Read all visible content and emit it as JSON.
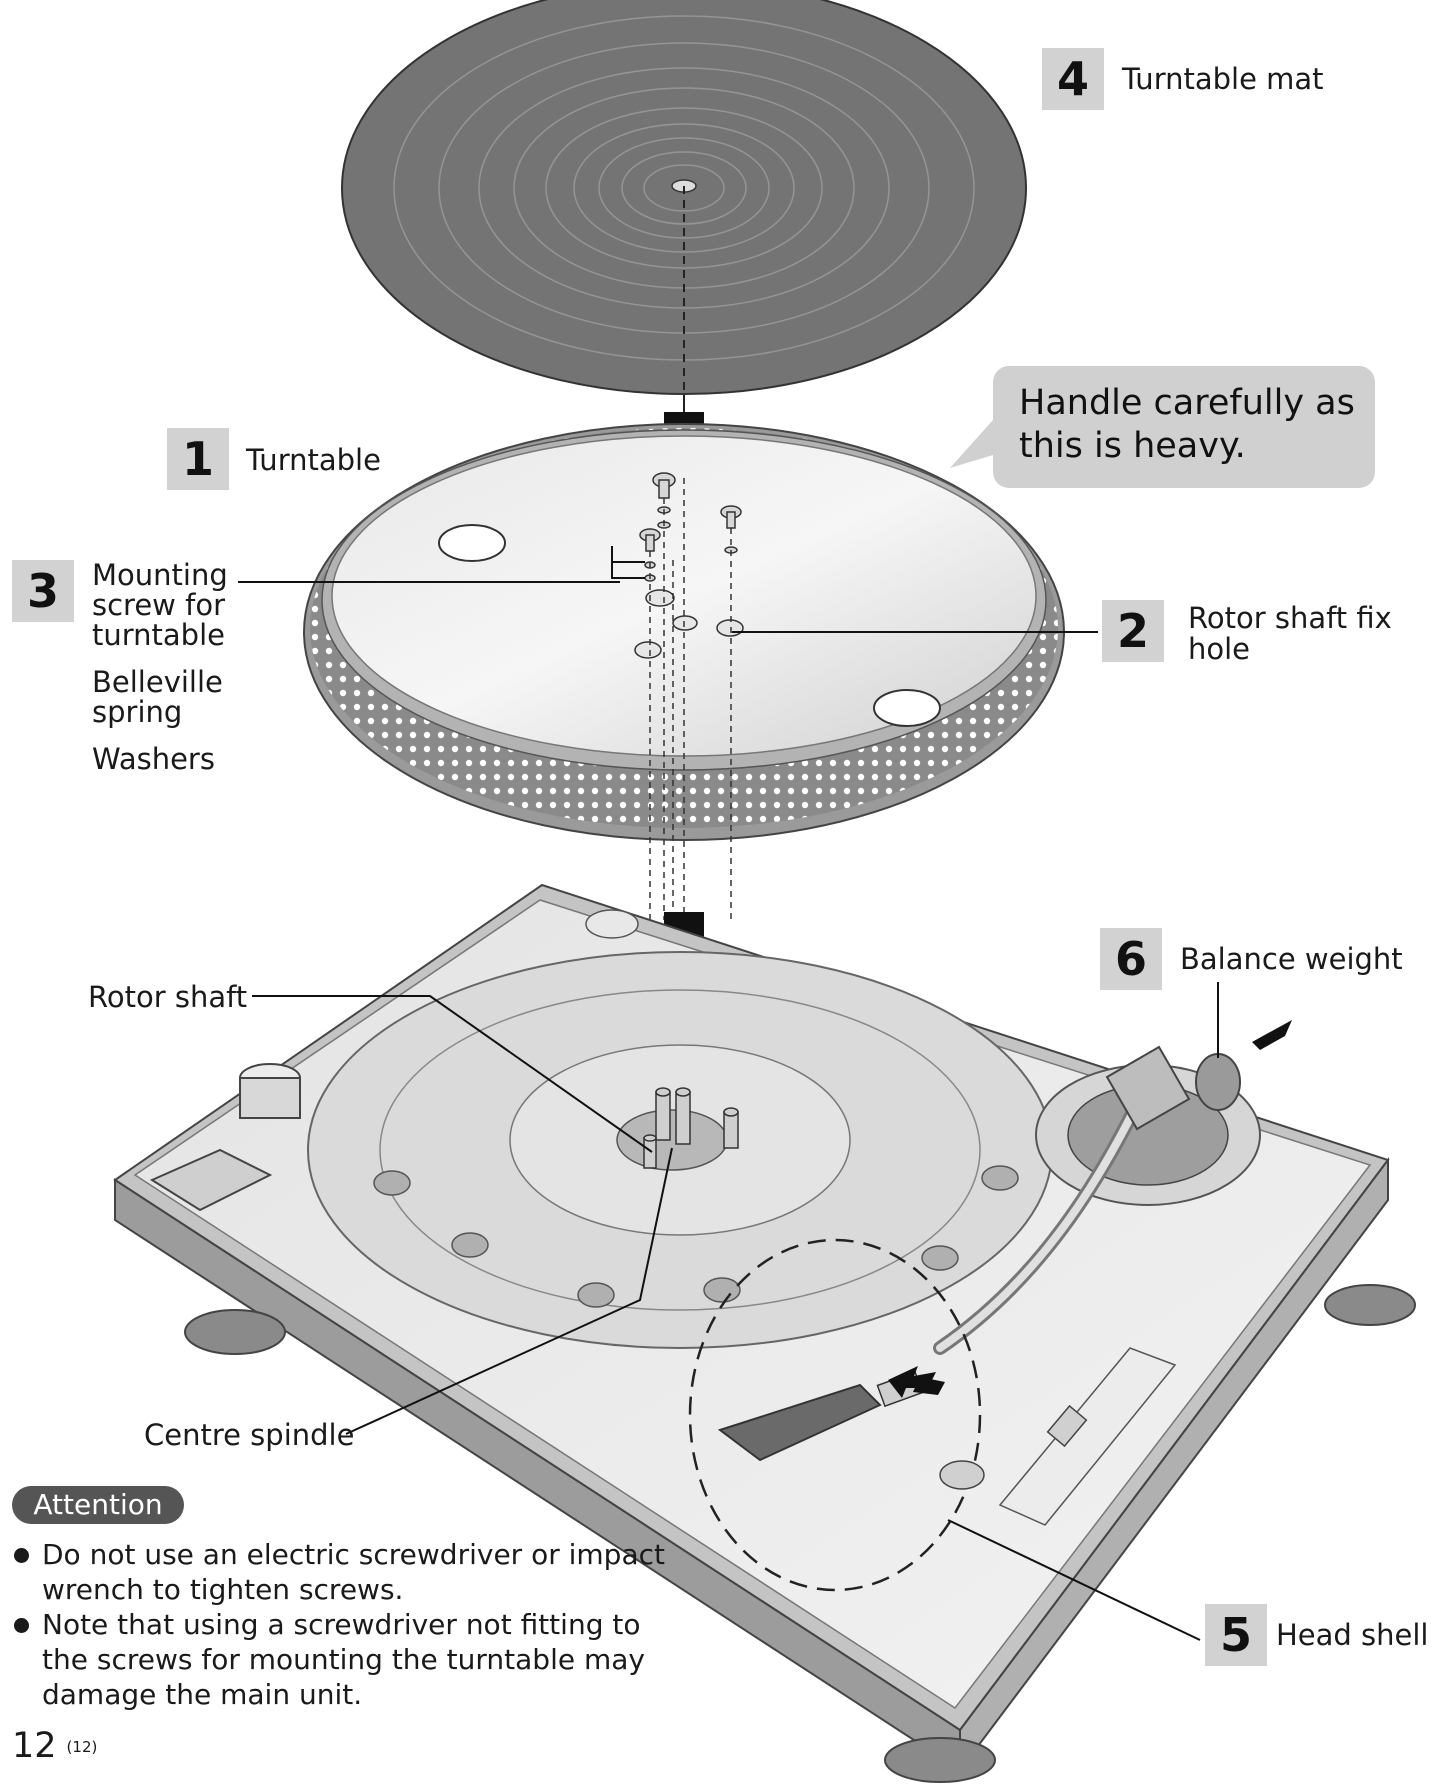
{
  "parts": [
    {
      "number": "4",
      "label": "Turntable mat"
    },
    {
      "number": "1",
      "label": "Turntable"
    },
    {
      "number": "3",
      "label_lines": [
        "Mounting",
        "screw for",
        "turntable"
      ],
      "sub_labels": [
        [
          "Belleville",
          "spring"
        ],
        [
          "Washers"
        ]
      ]
    },
    {
      "number": "2",
      "label_lines": [
        "Rotor shaft fix",
        "hole"
      ]
    },
    {
      "number": "6",
      "label": "Balance weight"
    },
    {
      "number": "5",
      "label": "Head shell"
    }
  ],
  "labels": {
    "rotor_shaft": "Rotor shaft",
    "centre_spindle": "Centre spindle"
  },
  "callout": "Handle carefully as this is heavy.",
  "attention": {
    "title": "Attention",
    "items": [
      "Do not use an electric screwdriver or impact wrench to tighten screws.",
      "Note that using a screwdriver not fitting to the screws for mounting the turntable may damage the main unit."
    ]
  },
  "page": {
    "number": "12",
    "sub": "(12)"
  }
}
